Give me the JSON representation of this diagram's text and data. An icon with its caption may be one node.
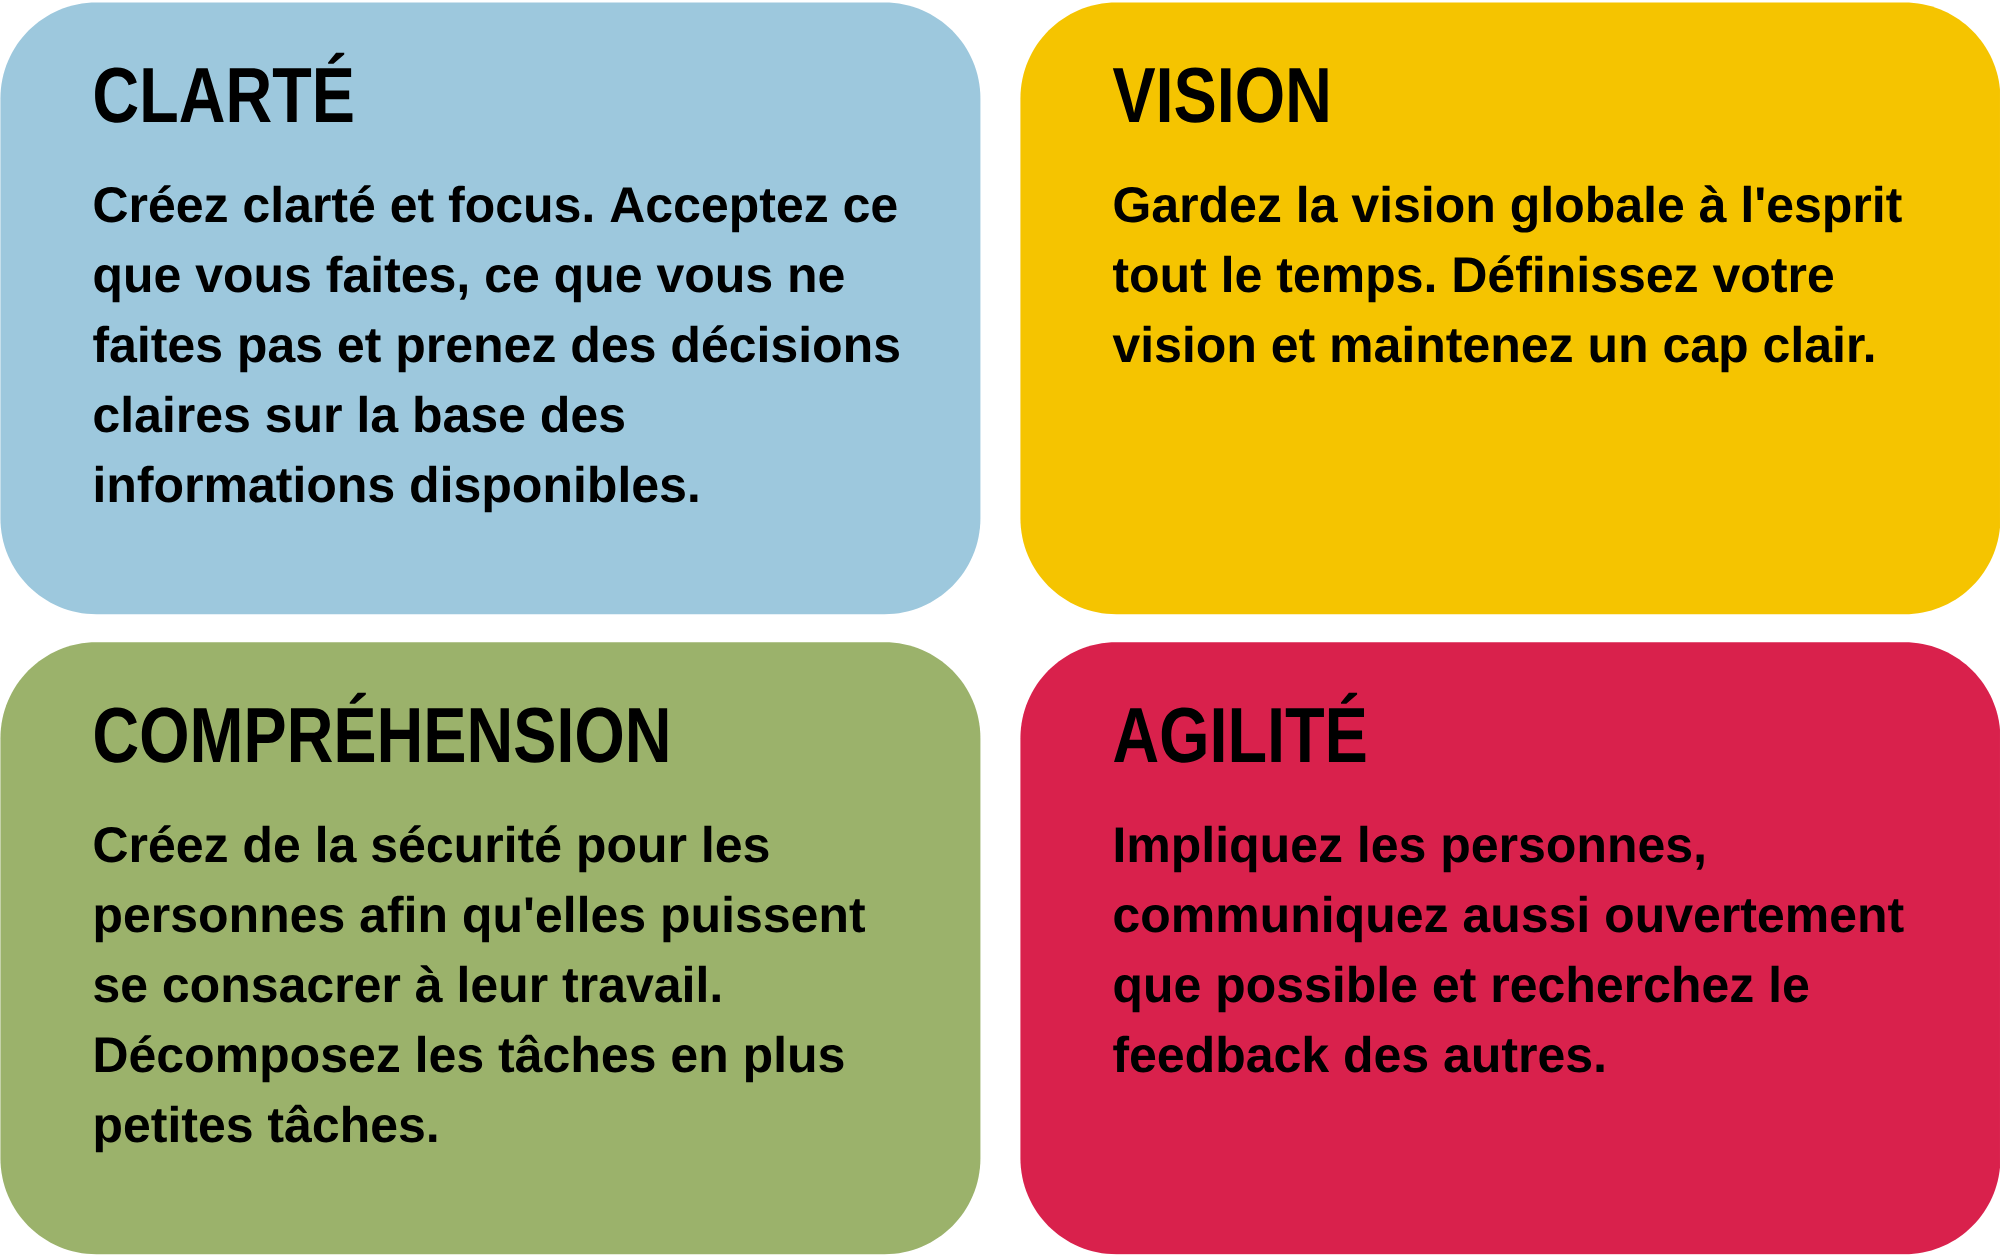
{
  "diagram": {
    "nodes": [
      {
        "text": [
          "CLARTÉ",
          "Créez clarté et focus. Acceptez ce que vous faites, ce que vous ne faites pas et prenez des décisions claires sur la base des informations disponibles."
        ]
      },
      {
        "text": [
          "VISION",
          "Gardez la vision globale à l'esprit tout le temps. Définissez votre vision et maintenez un cap clair."
        ]
      },
      {
        "text": [
          "COMPRÉHENSION",
          "Créez de la sécurité pour les personnes afin qu'elles puissent se consacrer à leur travail. Décomposez les tâches en plus petites tâches."
        ]
      },
      {
        "text": [
          "AGILITÉ",
          "Impliquez les personnes, communiquez aussi ouvertement que possible et recherchez le feedback des autres."
        ]
      }
    ]
  }
}
